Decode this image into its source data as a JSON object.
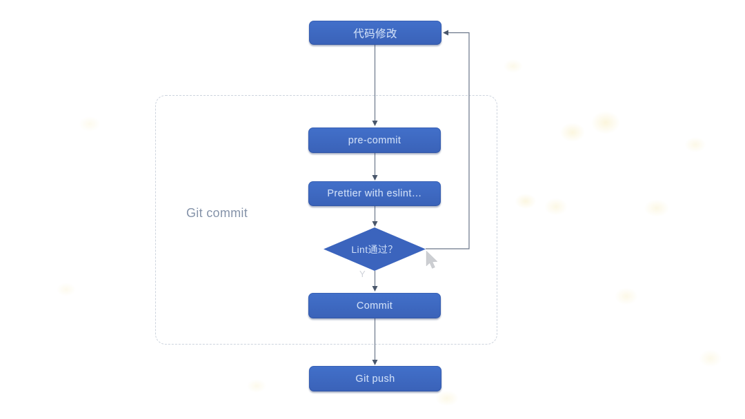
{
  "flow": {
    "group_label": "Git commit",
    "yes_branch_label": "Y",
    "nodes": [
      {
        "id": "code-change",
        "label": "代码修改",
        "type": "process"
      },
      {
        "id": "pre-commit",
        "label": "pre-commit",
        "type": "process"
      },
      {
        "id": "prettier-eslint",
        "label": "Prettier with eslint…",
        "type": "process"
      },
      {
        "id": "lint-pass-decision",
        "label": "Lint通过？",
        "type": "decision"
      },
      {
        "id": "commit",
        "label": "Commit",
        "type": "process"
      },
      {
        "id": "git-push",
        "label": "Git push",
        "type": "process"
      }
    ],
    "edges": [
      "code-change → pre-commit",
      "pre-commit → prettier-eslint",
      "prettier-eslint → lint-pass-decision",
      "lint-pass-decision → commit (Y)",
      "lint-pass-decision → code-change (loop back)",
      "commit → git-push"
    ],
    "colors": {
      "node_fill": "#3e69c1",
      "node_text": "#cfdff8",
      "connector": "#6a7689",
      "arrowhead": "#4a576b",
      "dashed_border": "#ccd3dd",
      "group_label_text": "#8593a9",
      "speckle": "#faf3d4"
    }
  }
}
